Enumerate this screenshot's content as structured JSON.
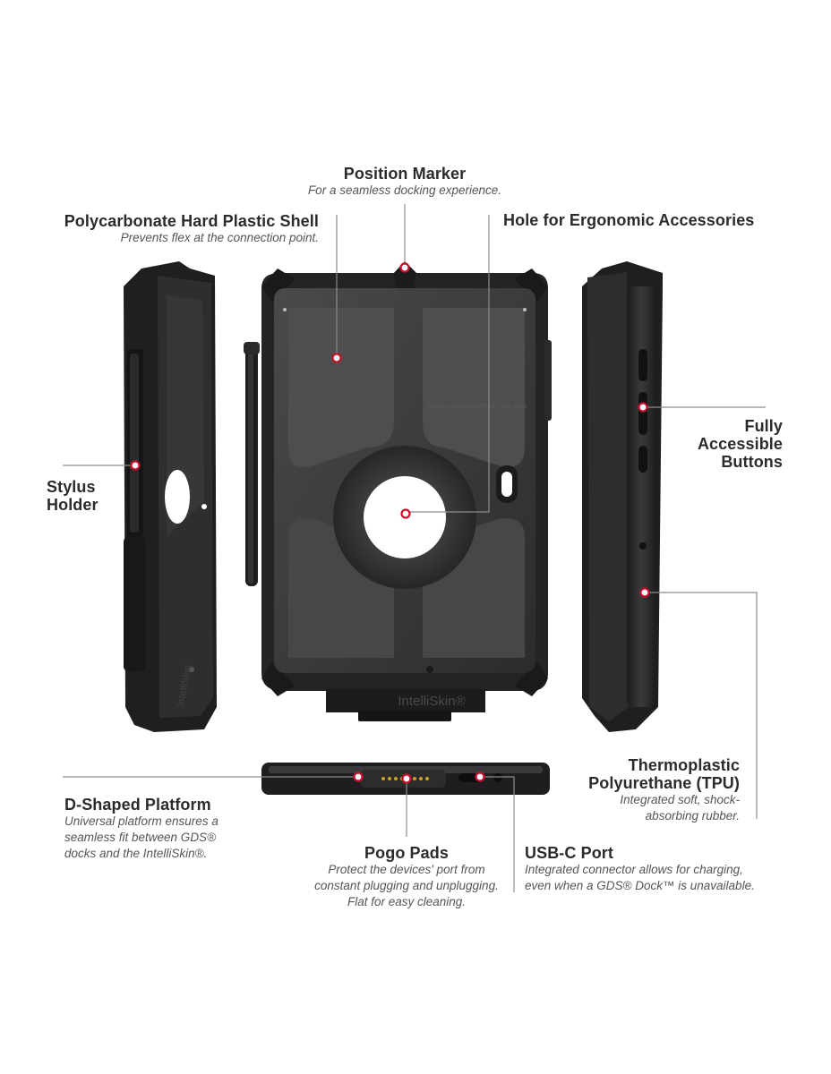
{
  "colors": {
    "case_dark": "#2a2a2a",
    "case_body": "#3a3a3a",
    "case_panel": "#4a4a4a",
    "marker_red": "#c8102e",
    "leader_line": "#8c8c8c"
  },
  "product": {
    "brand_mark": "IntelliSkin®",
    "panel_emboss": "INTELLISKIN INSERT IS THIS SIDE"
  },
  "callouts": {
    "position_marker": {
      "title": "Position Marker",
      "desc": "For a seamless docking experience."
    },
    "polycarbonate": {
      "title": "Polycarbonate Hard Plastic Shell",
      "desc": "Prevents flex at the connection point."
    },
    "hole": {
      "title": "Hole for Ergonomic Accessories"
    },
    "stylus": {
      "title_line1": "Stylus",
      "title_line2": "Holder"
    },
    "buttons": {
      "title_line1": "Fully",
      "title_line2": "Accessible",
      "title_line3": "Buttons"
    },
    "tpu": {
      "title_line1": "Thermoplastic",
      "title_line2": "Polyurethane (TPU)",
      "desc_line1": "Integrated soft, shock-",
      "desc_line2": "absorbing rubber."
    },
    "d_shaped": {
      "title": "D-Shaped Platform",
      "desc_line1": "Universal platform ensures a",
      "desc_line2": "seamless fit between GDS®",
      "desc_line3": "docks and the IntelliSkin®."
    },
    "pogo": {
      "title": "Pogo Pads",
      "desc_line1": "Protect the devices' port from",
      "desc_line2": "constant plugging and unplugging.",
      "desc_line3": "Flat for easy cleaning."
    },
    "usbc": {
      "title": "USB-C Port",
      "desc_line1": "Integrated connector allows for charging,",
      "desc_line2": "even when a GDS® Dock™ is unavailable."
    }
  }
}
